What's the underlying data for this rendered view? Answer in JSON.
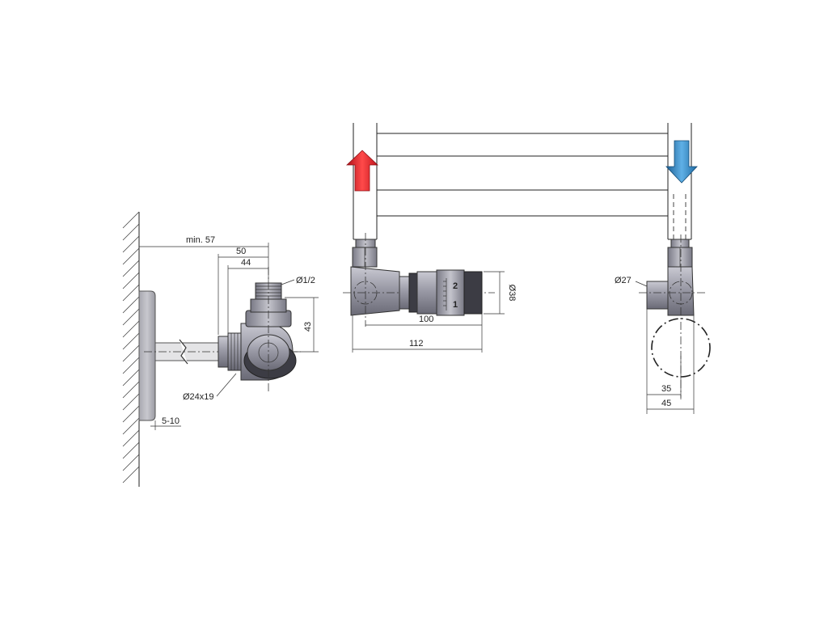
{
  "left_view": {
    "labels": {
      "min_57": "min. 57",
      "dim_50": "50",
      "dim_44": "44",
      "thread": "Ø1/2",
      "dim_43": "43",
      "pipe_dia": "Ø24x19",
      "dim_5_10": "5-10"
    }
  },
  "center_view": {
    "labels": {
      "dial_1": "1",
      "dial_2": "2",
      "dia_38": "Ø38",
      "dim_100": "100",
      "dim_112": "112"
    }
  },
  "right_view": {
    "labels": {
      "dia_27": "Ø27",
      "dim_35": "35",
      "dim_45": "45"
    }
  },
  "colors": {
    "flow_up_arrow": "#e8202a",
    "flow_down_arrow": "#2f86c4",
    "metal": "#9a9aa6",
    "dark_part": "#3c3c44"
  },
  "icons": {
    "flow_up": "arrow-up-icon",
    "flow_down": "arrow-down-icon"
  }
}
